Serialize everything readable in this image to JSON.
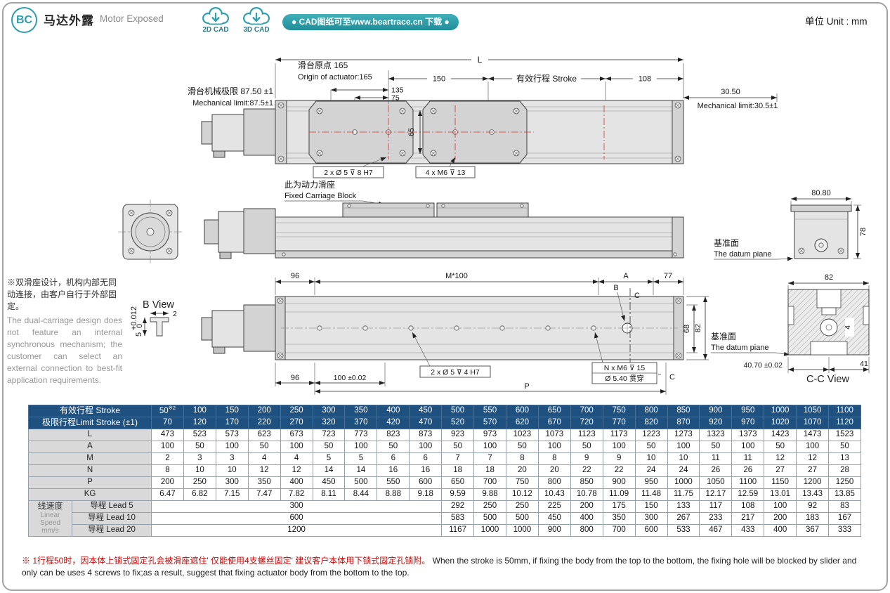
{
  "header": {
    "badge": "BC",
    "title_cn": "马达外露",
    "title_en": "Motor Exposed",
    "cad_2d_label": "2D CAD",
    "cad_3d_label": "3D CAD",
    "cad_banner": "● CAD图纸可至www.beartrace.cn 下载 ●",
    "unit_label": "单位 Unit : mm"
  },
  "side_note": {
    "cn": "※双滑座设计，机构内部无同动连接，由客户自行于外部固定。",
    "en": "The dual-carriage design does not feature an internal synchronous mechanism; the customer can select an external connection to best-fit application requirements."
  },
  "footnote": {
    "cn": "※ 1行程50时，因本体上锁式固定孔会被滑座遮住' 仅能使用4支螺丝固定' 建议客户本体用下锁式固定孔锁附。",
    "en": "When the stroke is 50mm, if fixing the body from the top to the bottom, the fixing hole will be blocked by slider and only can be uses 4 screws to fix;as a result, suggest that fixing actuator body from the bottom to the top."
  },
  "drawing": {
    "top_view": {
      "dim_L": "L",
      "origin_cn": "滑台原点 165",
      "origin_en": "Origin of actuator:165",
      "dim_150": "150",
      "stroke_label": "有效行程 Stroke",
      "dim_108": "108",
      "mech_left_cn": "滑台机械极限 87.50 ±1",
      "mech_left_en": "Mechanical limit:87.5±1",
      "mech_right_val": "30.50",
      "mech_right_en": "Mechanical limit:30.5±1",
      "dim_135": "135",
      "dim_75": "75",
      "dim_65": "65",
      "hole_note_1": "2 x Ø 5 ⊽ 8 H7",
      "hole_note_2": "4 x M6 ⊽ 13"
    },
    "carriage_note_cn": "此为动力滑座",
    "carriage_note_en": "Fixed Carriage Block",
    "end_view": {
      "dim_8080": "80.80",
      "dim_78": "78",
      "datum_cn": "基准面",
      "datum_en": "The datum piane"
    },
    "bottom_view": {
      "dim_96_top": "96",
      "dim_M100": "M*100",
      "dim_A": "A",
      "dim_77": "77",
      "label_B": "B",
      "label_C_top": "C",
      "label_C_bottom": "C",
      "dim_68": "68",
      "dim_82": "82",
      "hole_note_3": "2 x Ø 5 ⊽ 4 H7",
      "hole_note_4a": "N x M6 ⊽ 15",
      "hole_note_4b": "Ø 5.40 贯穿",
      "dim_96_bottom": "96",
      "dim_100": "100 ±0.02",
      "dim_P": "P"
    },
    "b_view": {
      "title": "B View",
      "dim_2": "2",
      "dim_5": "5",
      "tol_plus": "+0.012",
      "tol_zero": "0"
    },
    "cc_view": {
      "dim_82": "82",
      "dim_4": "4",
      "datum_cn": "基准面",
      "datum_en": "The datum piane",
      "dim_4070": "40.70 ±0.02",
      "dim_41": "41",
      "title": "C-C View"
    }
  },
  "table": {
    "stroke": {
      "label": "有效行程  Stroke",
      "values": [
        {
          "text": "50",
          "sup": "※2"
        },
        "100",
        "150",
        "200",
        "250",
        "300",
        "350",
        "400",
        "450",
        "500",
        "550",
        "600",
        "650",
        "700",
        "750",
        "800",
        "850",
        "900",
        "950",
        "1000",
        "1050",
        "1100"
      ]
    },
    "limit": {
      "label": "极限行程Limit Stroke (±1)",
      "values": [
        "70",
        "120",
        "170",
        "220",
        "270",
        "320",
        "370",
        "420",
        "470",
        "520",
        "570",
        "620",
        "670",
        "720",
        "770",
        "820",
        "870",
        "920",
        "970",
        "1020",
        "1070",
        "1120"
      ]
    },
    "rows": [
      {
        "label": "L",
        "values": [
          "473",
          "523",
          "573",
          "623",
          "673",
          "723",
          "773",
          "823",
          "873",
          "923",
          "973",
          "1023",
          "1073",
          "1123",
          "1173",
          "1223",
          "1273",
          "1323",
          "1373",
          "1423",
          "1473",
          "1523"
        ]
      },
      {
        "label": "A",
        "values": [
          "100",
          "50",
          "100",
          "50",
          "100",
          "50",
          "100",
          "50",
          "100",
          "50",
          "100",
          "50",
          "100",
          "50",
          "100",
          "50",
          "100",
          "50",
          "100",
          "50",
          "100",
          "50"
        ]
      },
      {
        "label": "M",
        "values": [
          "2",
          "3",
          "3",
          "4",
          "4",
          "5",
          "5",
          "6",
          "6",
          "7",
          "7",
          "8",
          "8",
          "9",
          "9",
          "10",
          "10",
          "11",
          "11",
          "12",
          "12",
          "13"
        ]
      },
      {
        "label": "N",
        "values": [
          "8",
          "10",
          "10",
          "12",
          "12",
          "14",
          "14",
          "16",
          "16",
          "18",
          "18",
          "20",
          "20",
          "22",
          "22",
          "24",
          "24",
          "26",
          "26",
          "27",
          "27",
          "28"
        ]
      },
      {
        "label": "P",
        "values": [
          "200",
          "250",
          "300",
          "350",
          "400",
          "450",
          "500",
          "550",
          "600",
          "650",
          "700",
          "750",
          "800",
          "850",
          "900",
          "950",
          "1000",
          "1050",
          "1100",
          "1150",
          "1200",
          "1250"
        ]
      },
      {
        "label": "KG",
        "values": [
          "6.47",
          "6.82",
          "7.15",
          "7.47",
          "7.82",
          "8.11",
          "8.44",
          "8.88",
          "9.18",
          "9.59",
          "9.88",
          "10.12",
          "10.43",
          "10.78",
          "11.09",
          "11.48",
          "11.75",
          "12.17",
          "12.59",
          "13.01",
          "13.43",
          "13.85"
        ]
      }
    ],
    "speed": {
      "group": {
        "cn": "线速度",
        "en1": "Linear",
        "en2": "Speed",
        "en3": "mm/s"
      },
      "merged_span": 9,
      "rows": [
        {
          "label": "导程 Lead 5",
          "merged": "300",
          "values": [
            "292",
            "250",
            "250",
            "225",
            "200",
            "175",
            "150",
            "133",
            "117",
            "108",
            "100",
            "92",
            "83"
          ]
        },
        {
          "label": "导程 Lead 10",
          "merged": "600",
          "values": [
            "583",
            "500",
            "500",
            "450",
            "400",
            "350",
            "300",
            "267",
            "233",
            "217",
            "200",
            "183",
            "167"
          ]
        },
        {
          "label": "导程 Lead 20",
          "merged": "1200",
          "values": [
            "1167",
            "1000",
            "1000",
            "900",
            "800",
            "700",
            "600",
            "533",
            "467",
            "433",
            "400",
            "367",
            "333"
          ]
        }
      ]
    }
  }
}
